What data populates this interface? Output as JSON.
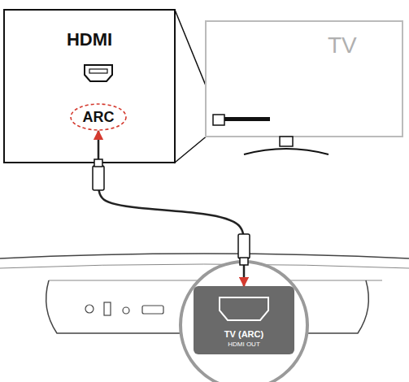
{
  "diagram": {
    "nodes": [
      {
        "text": [
          "HDMI"
        ]
      },
      {
        "text": [
          "ARC"
        ],
        "in": 0
      },
      {
        "text": [
          "TV"
        ]
      },
      {
        "text": [
          "TV (ARC)",
          "HDMI OUT"
        ]
      }
    ],
    "edges": [
      {
        "from": 3,
        "to": 1,
        "arrow": "both"
      }
    ]
  }
}
